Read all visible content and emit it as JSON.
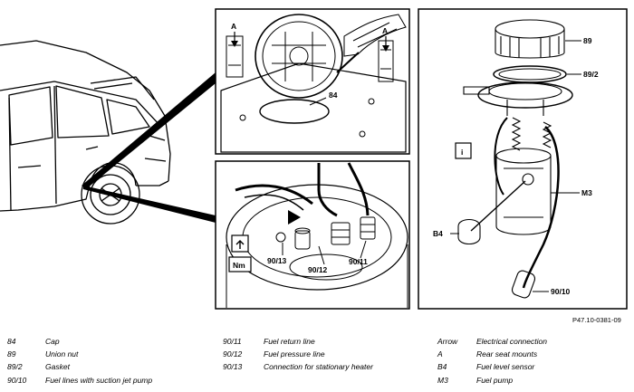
{
  "figure": {
    "reference_code": "P47.10-0381-09",
    "callouts": {
      "detail1_arrow_a_left": "A",
      "detail1_arrow_a_right": "A",
      "detail1_cap": "84",
      "detail2_pressure_line": "90/12",
      "detail2_return_line": "90/11",
      "detail2_heater_connection": "90/13",
      "detail2_torque_symbol": "Nm",
      "pump_union_nut": "89",
      "pump_gasket": "89/2",
      "pump_fuel_pump": "M3",
      "pump_level_sensor": "B4",
      "pump_fuel_lines": "90/10",
      "pump_info_symbol": "i"
    }
  },
  "legend": {
    "col1": [
      {
        "code": "84",
        "text": "Cap"
      },
      {
        "code": "89",
        "text": "Union nut"
      },
      {
        "code": "89/2",
        "text": "Gasket"
      },
      {
        "code": "90/10",
        "text": "Fuel lines with suction jet pump"
      }
    ],
    "col2": [
      {
        "code": "90/11",
        "text": "Fuel return line"
      },
      {
        "code": "90/12",
        "text": "Fuel pressure line"
      },
      {
        "code": "90/13",
        "text": "Connection for stationary heater"
      }
    ],
    "col3": [
      {
        "code": "Arrow",
        "text": "Electrical connection"
      },
      {
        "code": "A",
        "text": "Rear seat mounts"
      },
      {
        "code": "B4",
        "text": "Fuel level sensor"
      },
      {
        "code": "M3",
        "text": "Fuel pump"
      }
    ]
  }
}
